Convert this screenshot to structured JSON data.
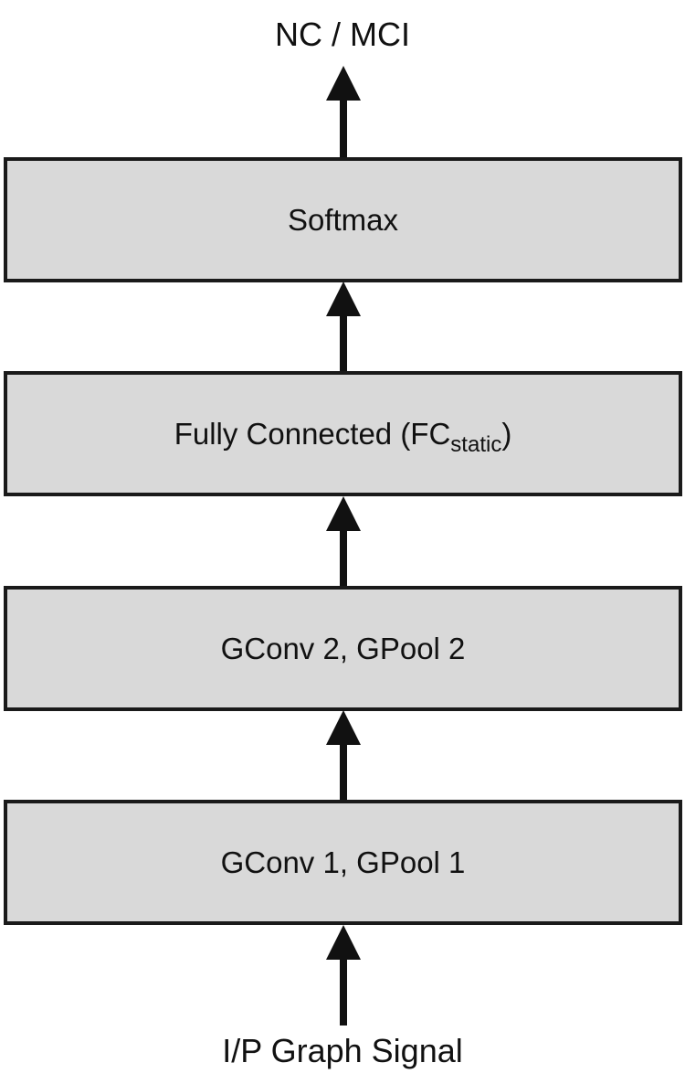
{
  "output_label": "NC / MCI",
  "input_label": "I/P Graph Signal",
  "layers": [
    {
      "label": "Softmax"
    },
    {
      "label": "Fully Connected (FC",
      "subscript": "static",
      "suffix": ")"
    },
    {
      "label": "GConv 2, GPool 2"
    },
    {
      "label": "GConv 1, GPool 1"
    }
  ],
  "colors": {
    "box_fill": "#d9d9d9",
    "stroke": "#1a1a1a"
  }
}
